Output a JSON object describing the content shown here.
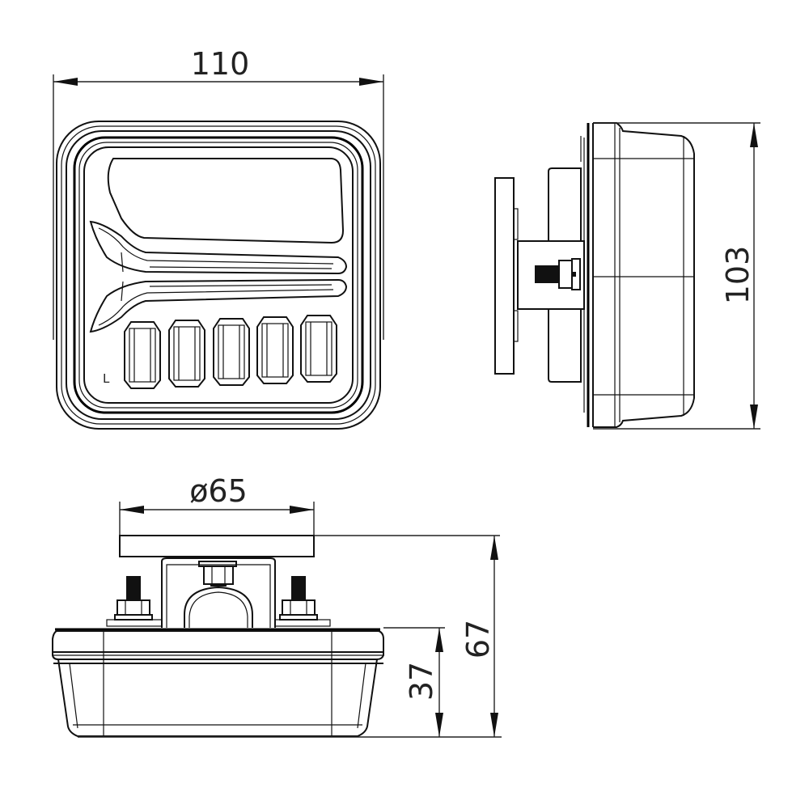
{
  "drawing": {
    "subject": "Rectangular LED trailer tail lamp - dimensioned orthographic views",
    "views": {
      "front": {
        "label": "front-view",
        "width_dimension": "110",
        "side_marking": "L",
        "led_segment_count": 5
      },
      "side": {
        "label": "side-view",
        "height_dimension": "103"
      },
      "bottom": {
        "label": "bottom-view",
        "mount_diameter_dimension": "ø65",
        "body_depth_dimension": "37",
        "total_depth_dimension": "67"
      }
    },
    "colors": {
      "line": "#111111",
      "background": "#ffffff"
    }
  }
}
